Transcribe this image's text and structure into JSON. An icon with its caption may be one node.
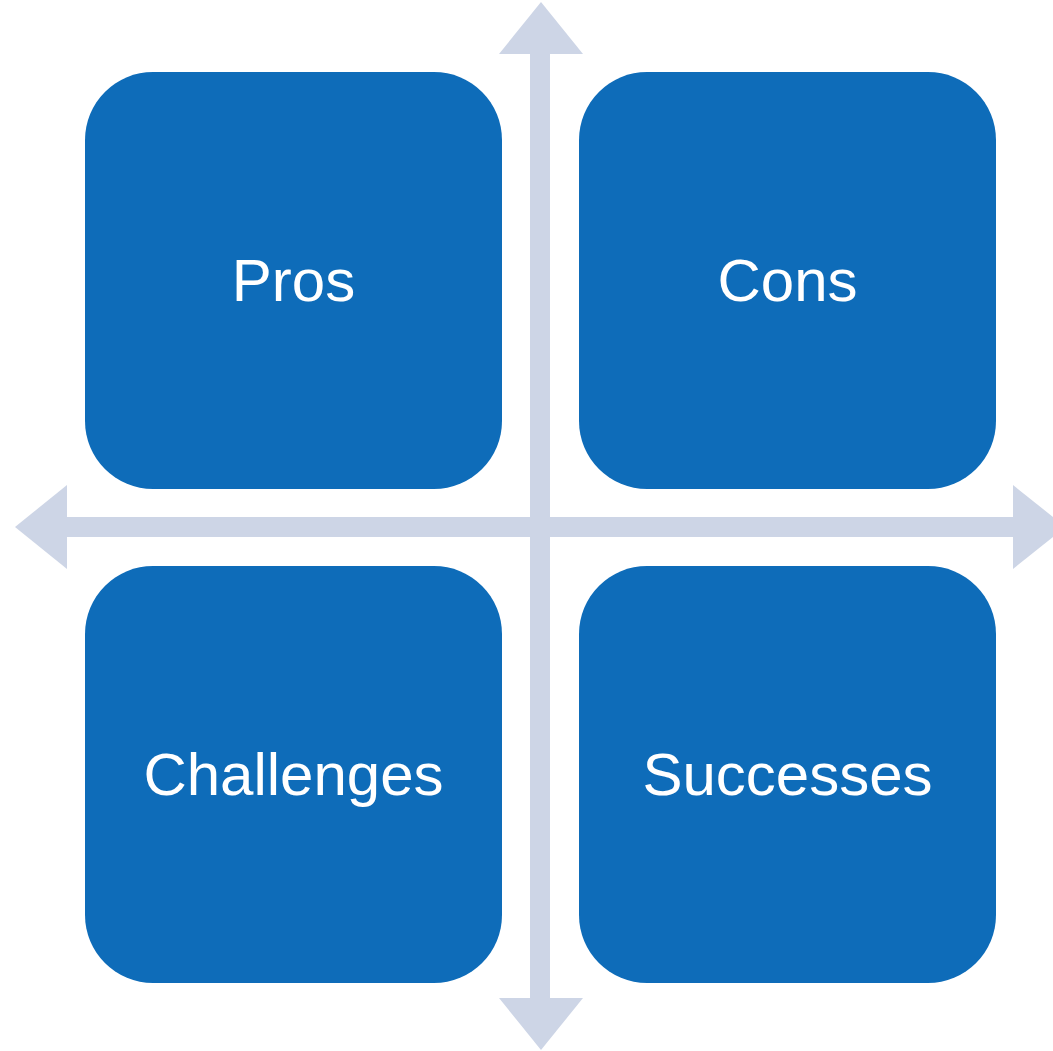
{
  "diagram": {
    "nodes": [
      {
        "text": [
          "Pros"
        ]
      },
      {
        "text": [
          "Cons"
        ]
      },
      {
        "text": [
          "Challenges"
        ]
      },
      {
        "text": [
          "Successes"
        ]
      }
    ]
  }
}
